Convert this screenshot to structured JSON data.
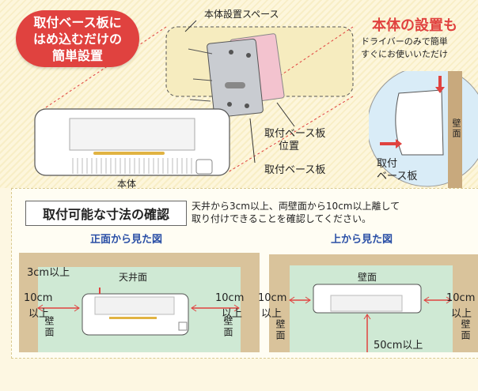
{
  "callout": {
    "line1": "取付ベース板に",
    "line2": "はめ込むだけの",
    "line3": "簡単設置"
  },
  "top": {
    "space_label": "本体設置スペース",
    "plate_position_label_1": "取付ベース板",
    "plate_position_label_2": "位置",
    "plate_label": "取付ベース板",
    "body_label": "本体"
  },
  "easy": {
    "heading": "本体の設置も",
    "line1": "ドライバーのみで簡単",
    "line2": "すぐにお使いいただけ",
    "wall_label": "壁面",
    "plate_label_1": "取付",
    "plate_label_2": "ベース板"
  },
  "dims": {
    "box_title": "取付可能な寸法の確認",
    "desc_line1": "天井から3cm以上、両壁面から10cm以上離して",
    "desc_line2": "取り付けできることを確認してください。",
    "front": {
      "title": "正面から見た図",
      "ceiling_gap": "3cm以上",
      "ceiling": "天井面",
      "left_gap_1": "10cm",
      "left_gap_2": "以上",
      "right_gap_1": "10cm",
      "right_gap_2": "以上",
      "wall": "壁面"
    },
    "top": {
      "title": "上から見た図",
      "wall_top": "壁面",
      "left_gap_1": "10cm",
      "left_gap_2": "以上",
      "right_gap_1": "10cm",
      "right_gap_2": "以上",
      "front_gap": "50cm以上",
      "wall": "壁面"
    }
  },
  "colors": {
    "accent_red": "#e0423f",
    "heading_blue": "#2a4fa6",
    "wall_green": "#cfe9d4",
    "wall_tan": "#d9c39b"
  }
}
